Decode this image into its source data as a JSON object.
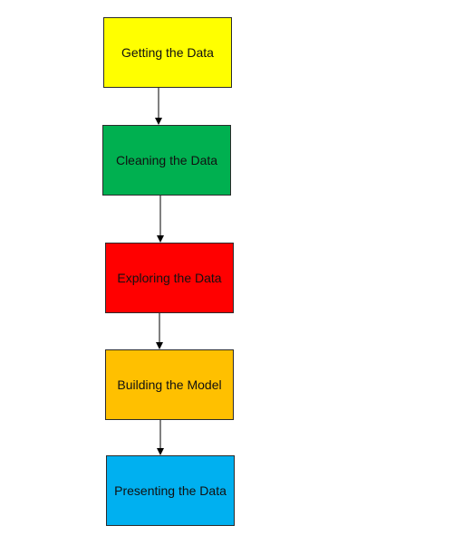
{
  "flowchart": {
    "steps": [
      {
        "label": "Getting the Data",
        "color": "#FFFF00"
      },
      {
        "label": "Cleaning the Data",
        "color": "#00B050"
      },
      {
        "label": "Exploring the Data",
        "color": "#FF0000"
      },
      {
        "label": "Building the Model",
        "color": "#FFC000"
      },
      {
        "label": "Presenting the Data",
        "color": "#00B0F0"
      }
    ],
    "border_color": "#2b2b2b",
    "arrow_color": "#000000"
  }
}
